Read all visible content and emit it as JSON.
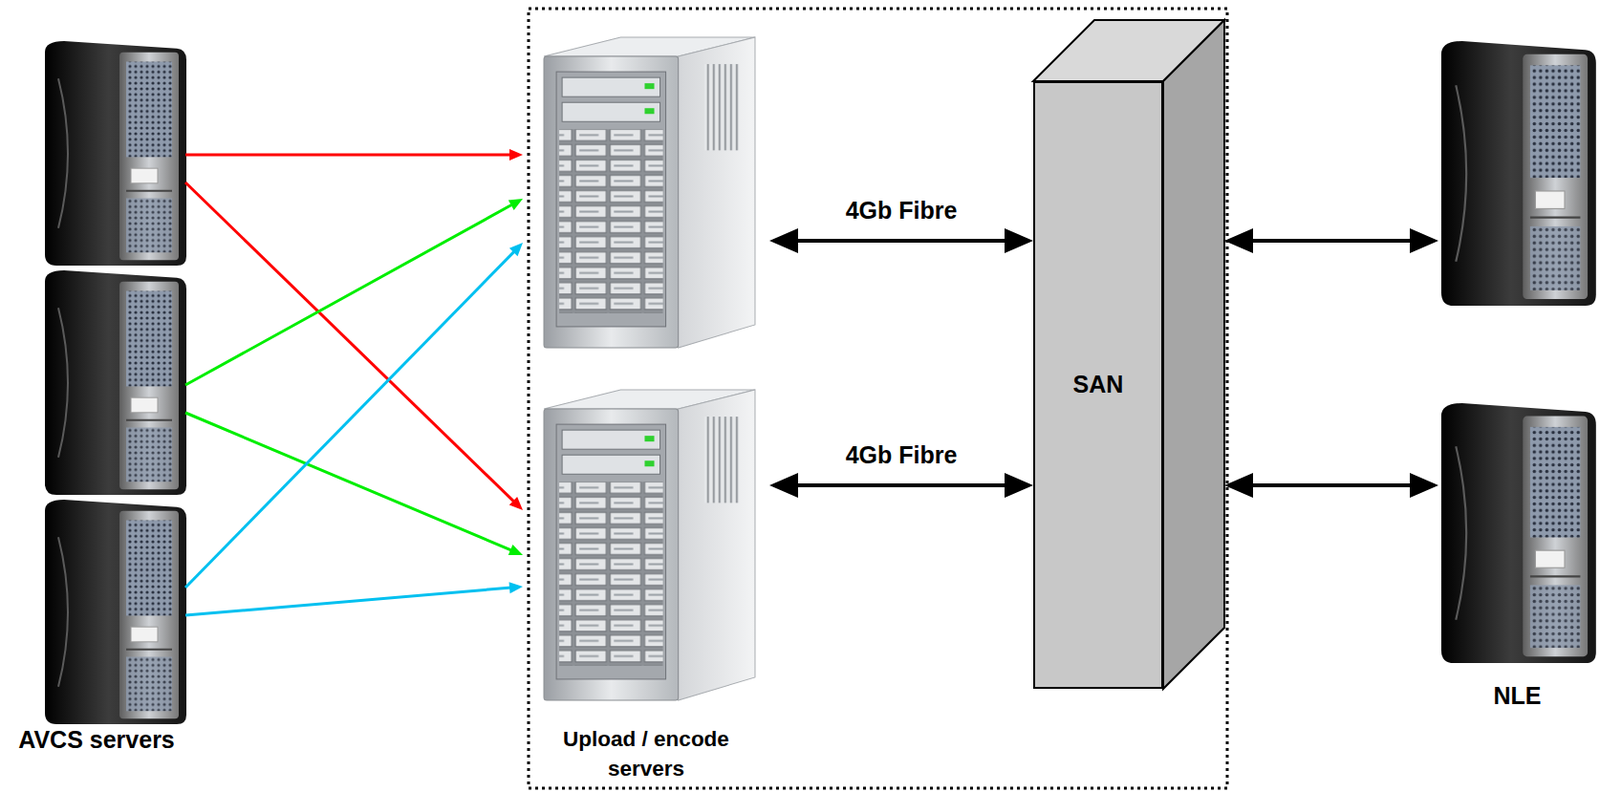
{
  "diagram": {
    "nodes": [
      {
        "text": [
          "AVCS servers"
        ]
      },
      {
        "text": [
          "Upload / encode servers"
        ]
      },
      {
        "text": [
          "SAN"
        ]
      },
      {
        "text": [
          "NLE"
        ]
      }
    ],
    "edges": [
      {
        "from": 0,
        "to": 1,
        "arrow": "to"
      },
      {
        "from": 0,
        "to": 1,
        "arrow": "to"
      },
      {
        "from": 0,
        "to": 1,
        "arrow": "to"
      },
      {
        "from": 0,
        "to": 1,
        "arrow": "to"
      },
      {
        "from": 0,
        "to": 1,
        "arrow": "to"
      },
      {
        "from": 0,
        "to": 1,
        "arrow": "to"
      },
      {
        "from": 1,
        "to": 2,
        "label": "4Gb Fibre",
        "arrow": "both"
      },
      {
        "from": 1,
        "to": 2,
        "label": "4Gb Fibre",
        "arrow": "both"
      },
      {
        "from": 2,
        "to": 3,
        "arrow": "both"
      },
      {
        "from": 2,
        "to": 3,
        "arrow": "both"
      }
    ]
  }
}
